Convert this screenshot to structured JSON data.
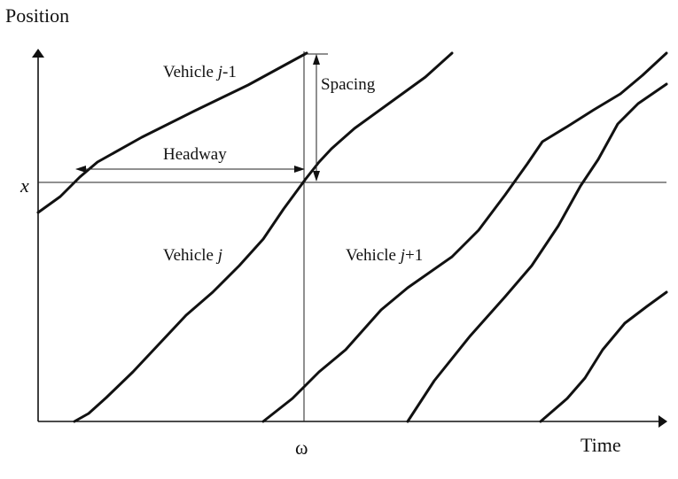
{
  "axes": {
    "y_title": "Position",
    "x_title": "Time",
    "x_marker": "x",
    "t_marker": "ω"
  },
  "annotations": {
    "spacing": "Spacing",
    "headway": "Headway"
  },
  "vehicles": [
    {
      "id": "j-1",
      "prefix": "Vehicle ",
      "index": "j",
      "suffix": "-1"
    },
    {
      "id": "j",
      "prefix": "Vehicle ",
      "index": "j",
      "suffix": ""
    },
    {
      "id": "j+1",
      "prefix": "Vehicle ",
      "index": "j",
      "suffix": "+1"
    }
  ],
  "colors": {
    "stroke": "#111111",
    "background": "#ffffff"
  }
}
